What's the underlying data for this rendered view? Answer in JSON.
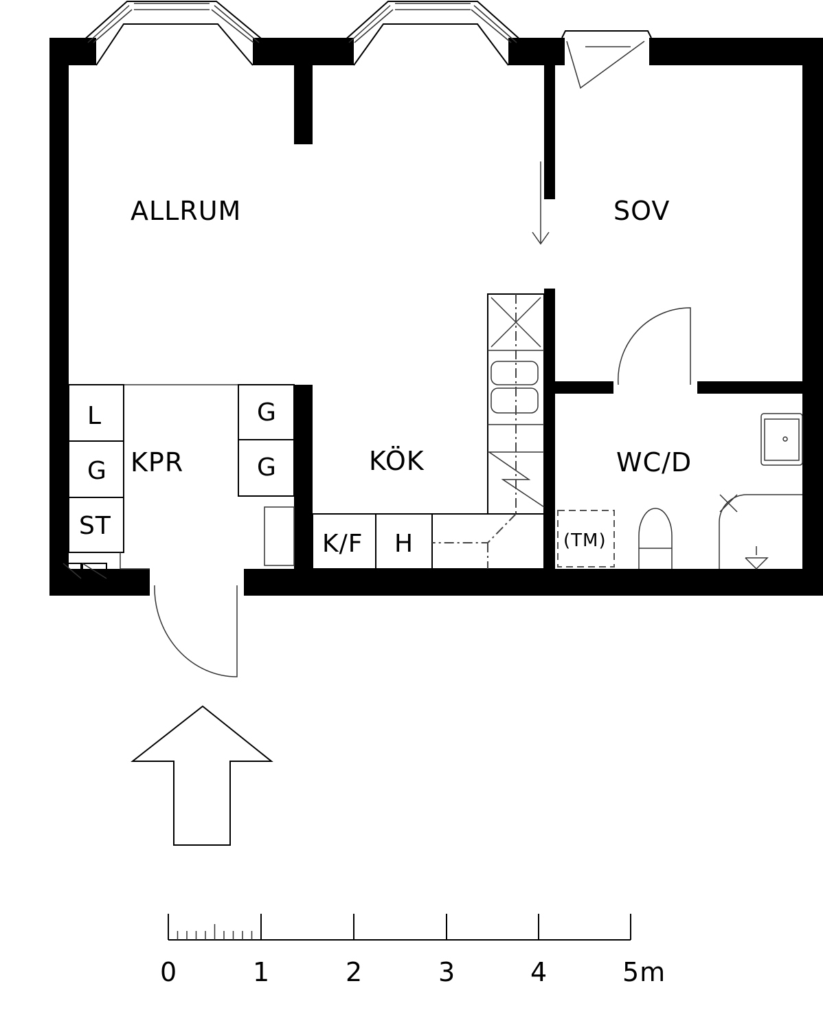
{
  "rooms": {
    "allrum": "ALLRUM",
    "sov": "SOV",
    "kpr": "KPR",
    "kok": "KÖK",
    "wcd": "WC/D"
  },
  "fixtures": {
    "l": "L",
    "g1": "G",
    "st": "ST",
    "g2": "G",
    "g3": "G",
    "kf": "K/F",
    "h": "H",
    "tm": "(TM)"
  },
  "scale": {
    "labels": [
      "0",
      "1",
      "2",
      "3",
      "4",
      "5m"
    ]
  }
}
